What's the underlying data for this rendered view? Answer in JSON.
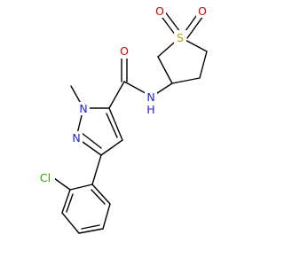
{
  "molecule": {
    "atoms": {
      "sulfur": "S",
      "sulfone_oxygen_1": "O",
      "sulfone_oxygen_2": "O",
      "carbonyl_oxygen": "O",
      "amide_nitrogen": "N",
      "amide_hydrogen": "H",
      "pyrazole_n1": "N",
      "pyrazole_n2": "N",
      "chlorine": "Cl"
    },
    "colors": {
      "bond": "#000000",
      "sulfur": "#b3a000",
      "oxygen": "#e00000",
      "nitrogen": "#2020e0",
      "chlorine": "#3aa000"
    }
  }
}
